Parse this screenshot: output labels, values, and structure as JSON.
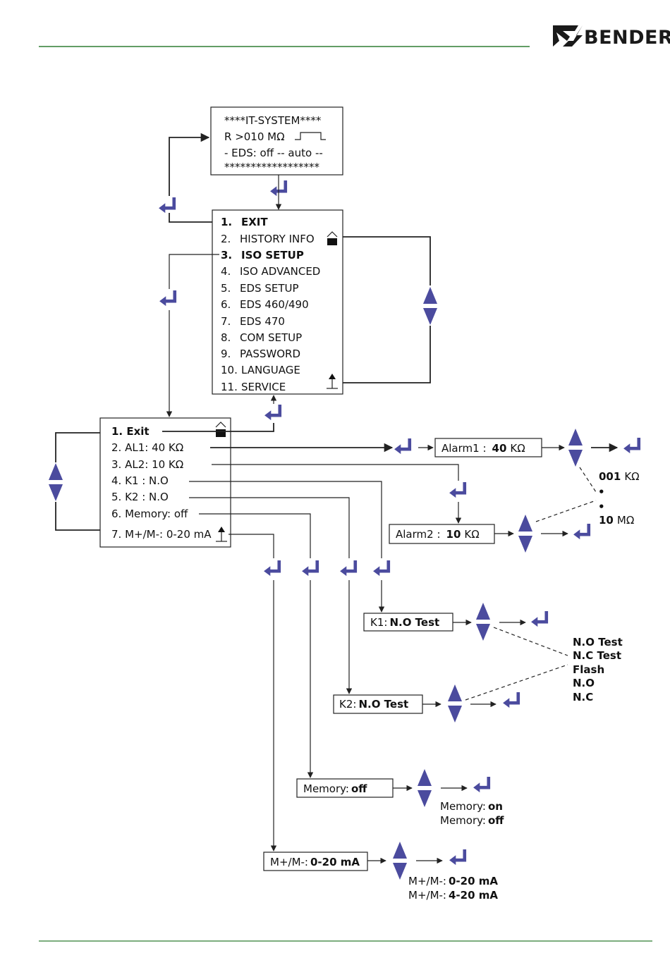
{
  "brand": {
    "name": "BENDER",
    "rule_color": "#2e7d32",
    "accent_color": "#4b4b9e"
  },
  "display": {
    "lines": [
      "****IT-SYSTEM****",
      "R  >010 MΩ",
      "- EDS: off -- auto --",
      "******************"
    ]
  },
  "main_menu": {
    "items": [
      {
        "num": "1.",
        "label": "EXIT",
        "bold": true
      },
      {
        "num": "2.",
        "label": "HISTORY INFO",
        "bold": false
      },
      {
        "num": "3.",
        "label": "ISO SETUP",
        "bold": true
      },
      {
        "num": "4.",
        "label": "ISO ADVANCED",
        "bold": false
      },
      {
        "num": "5.",
        "label": "EDS SETUP",
        "bold": false
      },
      {
        "num": "6.",
        "label": "EDS 460/490",
        "bold": false
      },
      {
        "num": "7.",
        "label": "EDS 470",
        "bold": false
      },
      {
        "num": "8.",
        "label": "COM SETUP",
        "bold": false
      },
      {
        "num": "9.",
        "label": "PASSWORD",
        "bold": false
      },
      {
        "num": "10.",
        "label": "LANGUAGE",
        "bold": false
      },
      {
        "num": "11.",
        "label": "SERVICE",
        "bold": false
      }
    ]
  },
  "iso_menu": {
    "items": [
      {
        "text": "1. Exit",
        "bold": true
      },
      {
        "text": "2. AL1:  40 KΩ",
        "bold": false
      },
      {
        "text": "3. AL2:  10 KΩ",
        "bold": false
      },
      {
        "text": "4. K1    :  N.O",
        "bold": false
      },
      {
        "text": "5. K2    :  N.O",
        "bold": false
      },
      {
        "text": "6. Memory: off",
        "bold": false
      },
      {
        "text": "7. M+/M-: 0-20 mA",
        "bold": false
      }
    ]
  },
  "edit_boxes": {
    "alarm1": {
      "label": "Alarm1 :",
      "value": "40",
      "unit": "KΩ"
    },
    "alarm2": {
      "label": "Alarm2 :",
      "value": "10",
      "unit": "KΩ"
    },
    "k1": {
      "label": "K1:",
      "value": "N.O Test"
    },
    "k2": {
      "label": "K2:",
      "value": "N.O Test"
    },
    "memory": {
      "label": "Memory:",
      "value": "off"
    },
    "analog": {
      "label": "M+/M-:",
      "value": "0-20 mA"
    }
  },
  "ranges": {
    "alarm_min_value": "001",
    "alarm_min_unit": "KΩ",
    "alarm_dot1": "•",
    "alarm_dot2": "•",
    "alarm_max_value": "10",
    "alarm_max_unit": "MΩ",
    "relay_options": [
      "N.O Test",
      "N.C Test",
      "Flash",
      "N.O",
      "N.C"
    ],
    "memory_options": [
      {
        "label": "Memory:",
        "value": "on"
      },
      {
        "label": "Memory:",
        "value": "off"
      }
    ],
    "analog_options": [
      {
        "label": "M+/M-:",
        "value": "0-20 mA"
      },
      {
        "label": "M+/M-:",
        "value": "4-20 mA"
      }
    ]
  }
}
